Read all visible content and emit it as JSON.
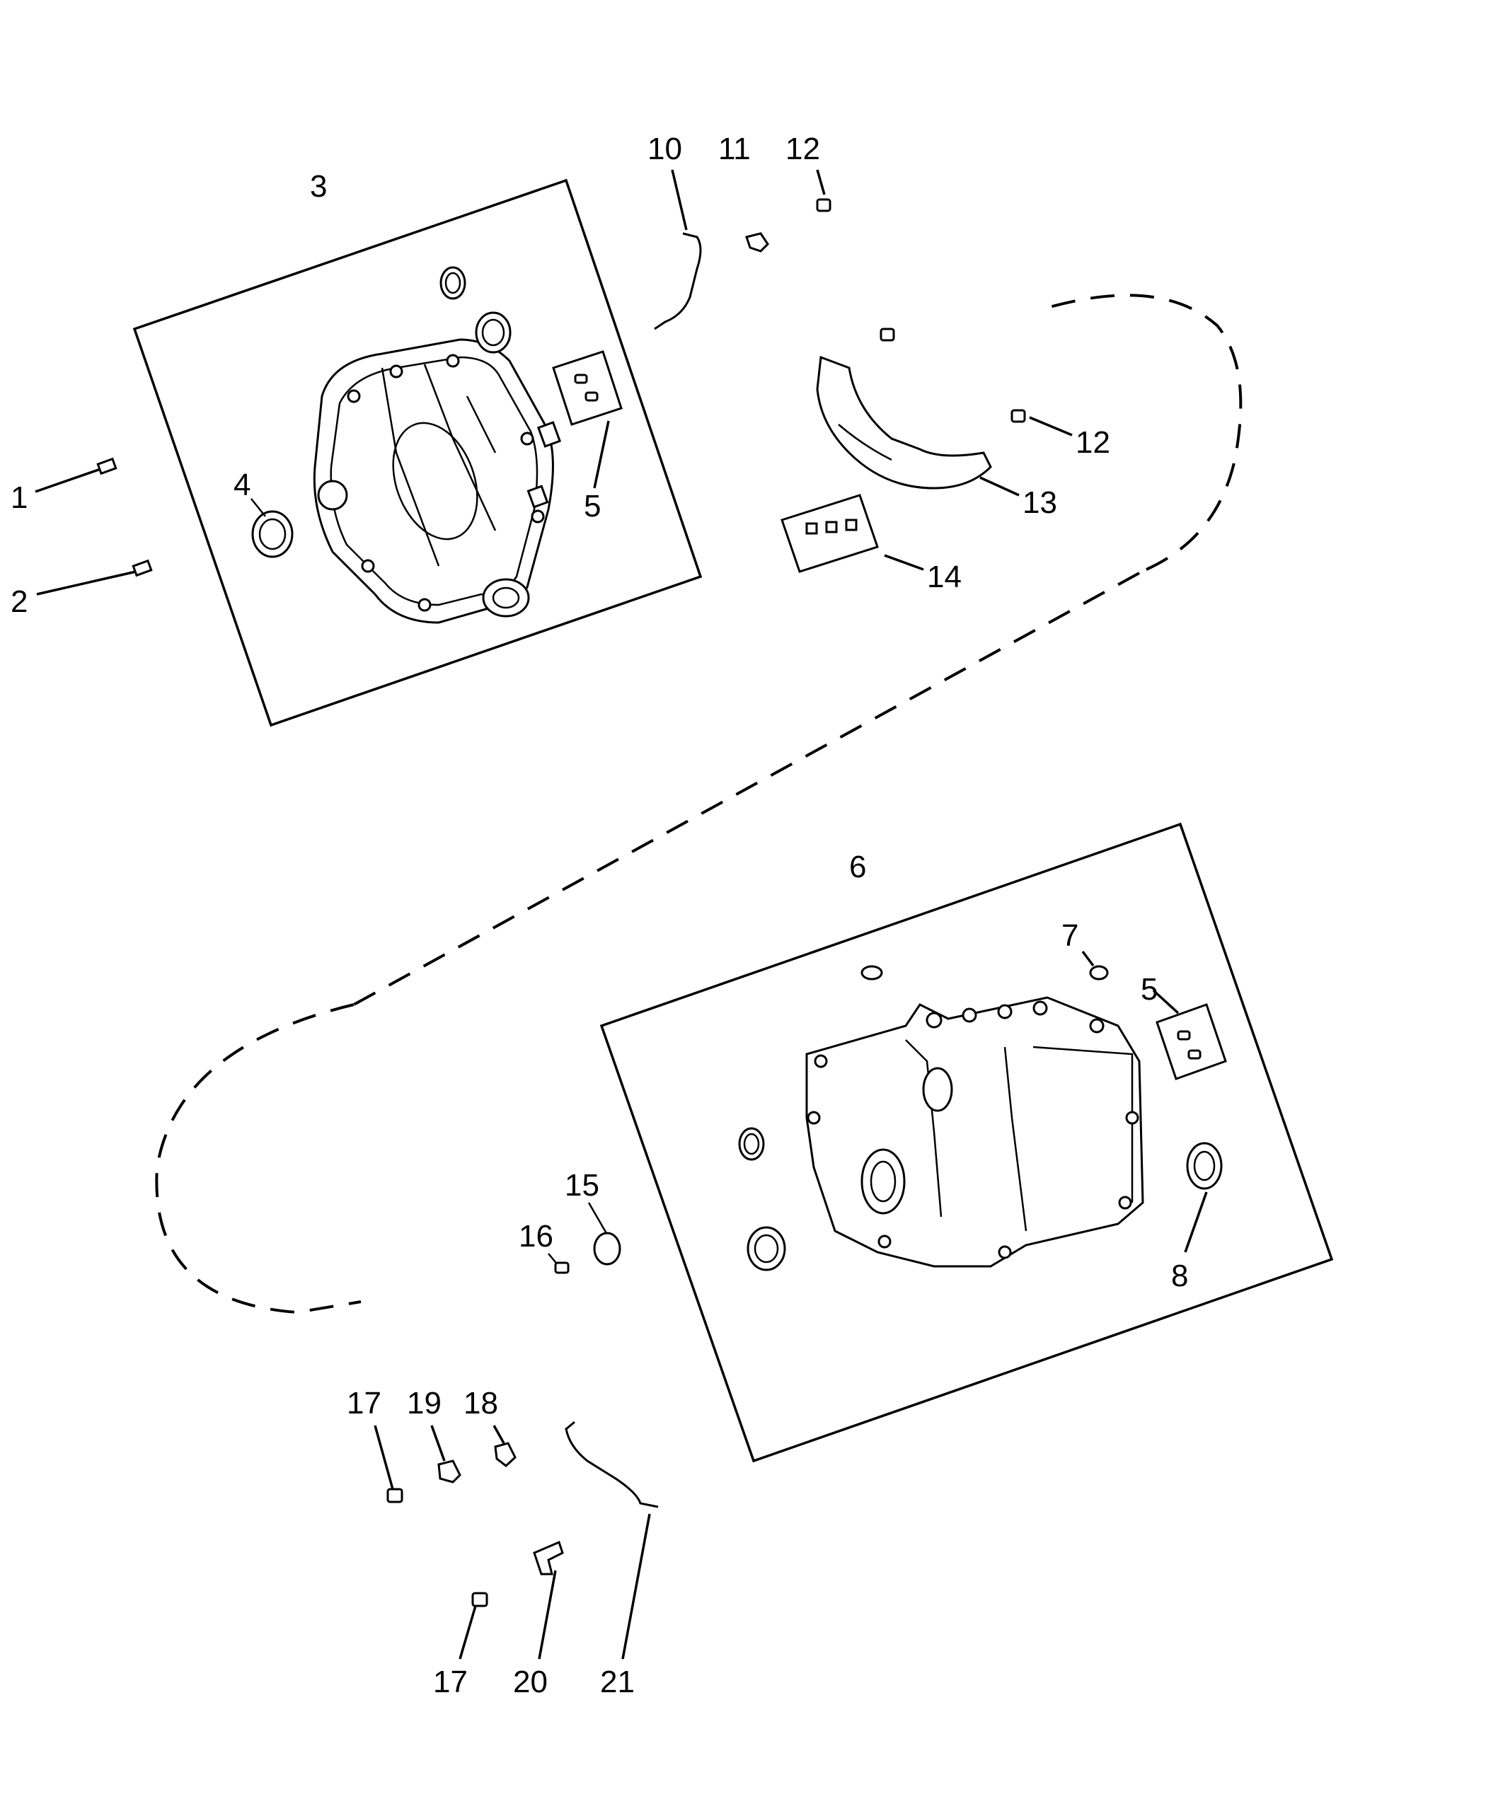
{
  "callouts": {
    "c1": "1",
    "c2": "2",
    "c3": "3",
    "c4": "4",
    "c5a": "5",
    "c5b": "5",
    "c6": "6",
    "c7": "7",
    "c8": "8",
    "c10": "10",
    "c11": "11",
    "c12a": "12",
    "c12b": "12",
    "c13": "13",
    "c14": "14",
    "c15": "15",
    "c16": "16",
    "c17a": "17",
    "c17b": "17",
    "c18": "18",
    "c19": "19",
    "c20": "20",
    "c21": "21"
  }
}
